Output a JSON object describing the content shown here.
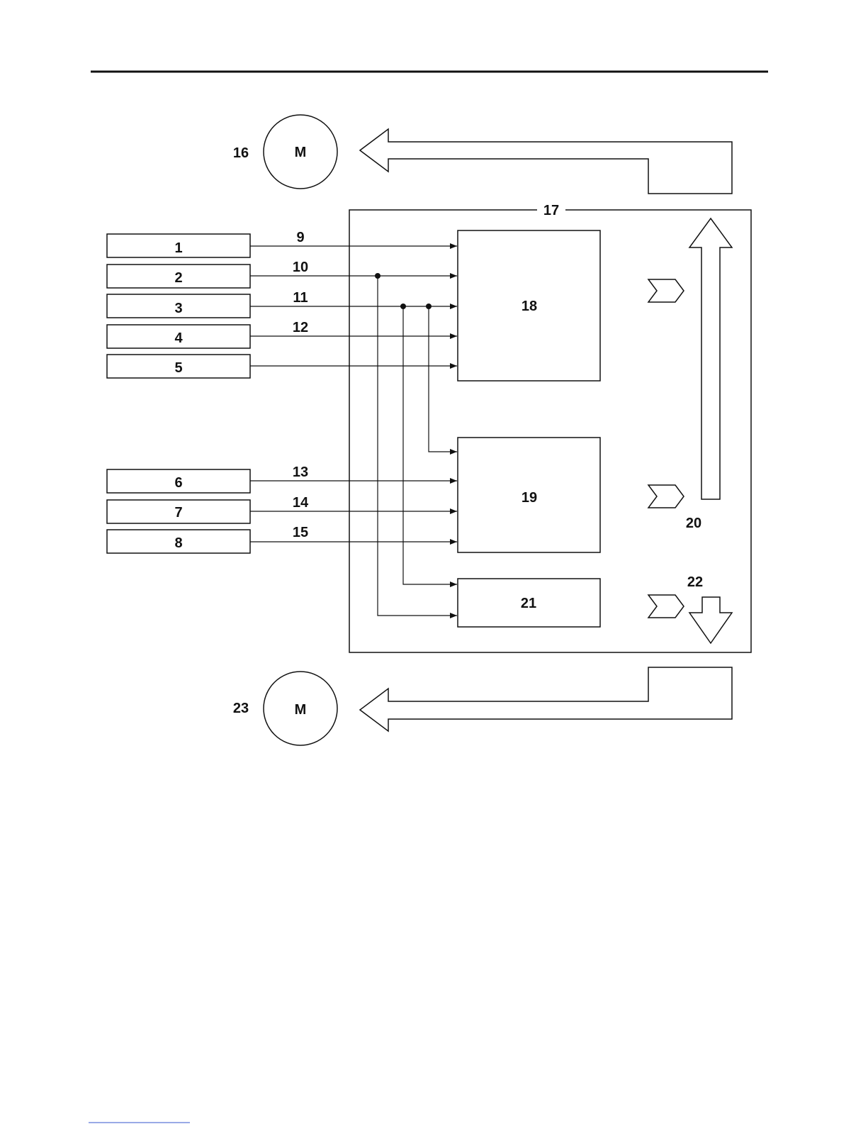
{
  "colors": {
    "ink": "#111111",
    "paper": "#ffffff"
  },
  "motors": [
    {
      "number": "16",
      "symbol": "M"
    },
    {
      "number": "23",
      "symbol": "M"
    }
  ],
  "inputs": [
    {
      "number": "1"
    },
    {
      "number": "2"
    },
    {
      "number": "3"
    },
    {
      "number": "4"
    },
    {
      "number": "5"
    },
    {
      "number": "6"
    },
    {
      "number": "7"
    },
    {
      "number": "8"
    }
  ],
  "signals": [
    {
      "number": "9"
    },
    {
      "number": "10"
    },
    {
      "number": "11"
    },
    {
      "number": "12"
    },
    {
      "number": "13"
    },
    {
      "number": "14"
    },
    {
      "number": "15"
    }
  ],
  "control_unit": {
    "number": "17"
  },
  "modules": [
    {
      "number": "18"
    },
    {
      "number": "19"
    },
    {
      "number": "21"
    }
  ],
  "outputs": [
    {
      "number": "20"
    },
    {
      "number": "22"
    }
  ]
}
